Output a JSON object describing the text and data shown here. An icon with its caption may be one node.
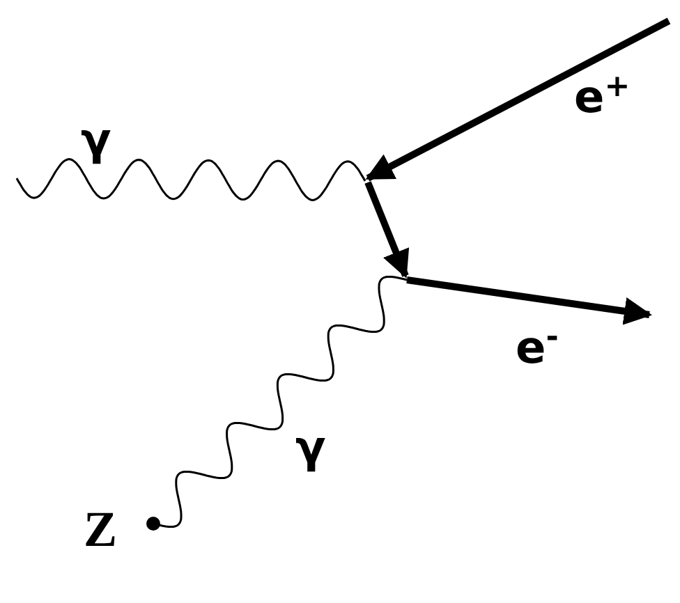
{
  "diagram": {
    "labels": [
      "γ",
      "e$^{+}$",
      "e$^{-}$",
      "γ",
      "Z"
    ]
  }
}
